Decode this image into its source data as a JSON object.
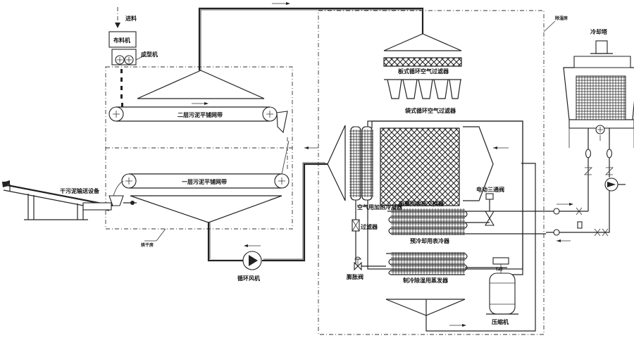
{
  "labels": {
    "feed": "进料",
    "distributor": "布料机",
    "forming": "成型机",
    "belt_upper": "二层污泥平铺网带",
    "belt_lower": "一层污泥平铺网带",
    "conveyor": "干污泥输送设备",
    "dryer_room": "烘干房",
    "fan": "循环风机",
    "dehumid_room": "除湿房",
    "plate_filter": "板式循环空气过滤器",
    "bag_filter": "袋式循环空气过滤器",
    "condenser": "空气用加热冷凝器",
    "heat_exchanger": "热量回收热交换器",
    "valve3": "电动三通阀",
    "filter": "过滤器",
    "precooler": "预冷却用表冷器",
    "expansion": "膨胀阀",
    "evaporator": "制冷除湿用蒸发器",
    "compressor": "压缩机",
    "tower": "冷却塔",
    "marker_2": "(2)"
  },
  "colors": {
    "line": "#222222",
    "background": "#ffffff"
  }
}
